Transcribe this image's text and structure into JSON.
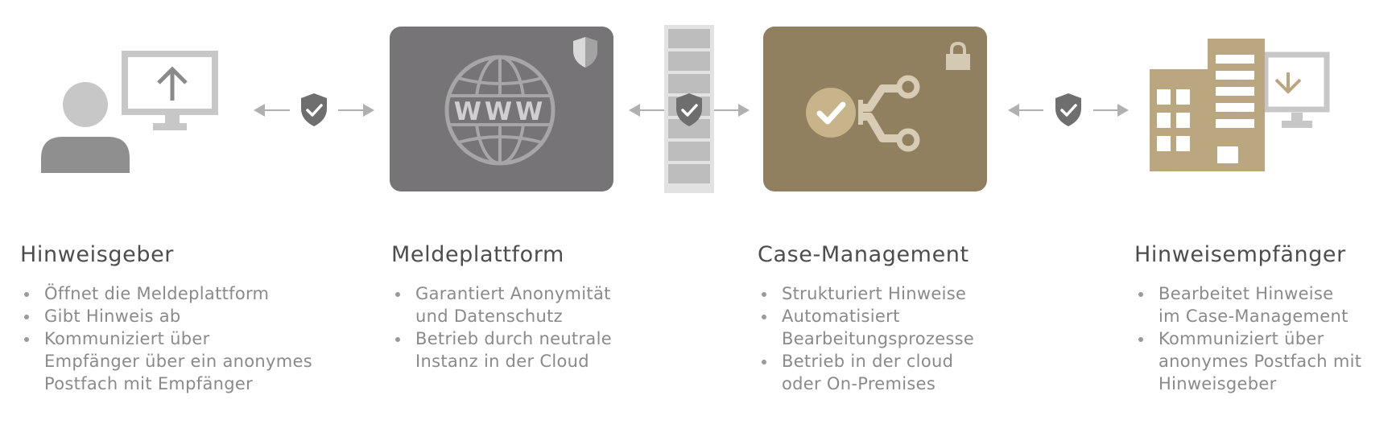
{
  "colors": {
    "gray_dark": "#767476",
    "gray_mid": "#8a8a8a",
    "gray_light": "#c7c7c7",
    "gold_dark": "#918060",
    "gold_light": "#bba77f",
    "shield": "#6e6e6e"
  },
  "icons": {
    "person": "person-icon",
    "monitor_upload": "monitor-upload-icon",
    "globe": "globe-www-icon",
    "shield": "shield-check-icon",
    "firewall": "firewall-icon",
    "lock": "lock-icon",
    "workflow": "workflow-branch-icon",
    "building": "building-icon",
    "monitor_download": "monitor-download-icon"
  },
  "globe_label": "WWW",
  "columns": [
    {
      "title": "Hinweisgeber",
      "items": [
        [
          "Öffnet die Meldeplattform"
        ],
        [
          "Gibt Hinweis ab"
        ],
        [
          "Kommuniziert über",
          "Empfänger über ein anonymes",
          "Postfach mit Empfänger"
        ]
      ]
    },
    {
      "title": "Meldeplattform",
      "items": [
        [
          "Garantiert Anonymität",
          "und Datenschutz"
        ],
        [
          "Betrieb durch neutrale",
          "Instanz in der Cloud"
        ]
      ]
    },
    {
      "title": "Case-Management",
      "items": [
        [
          "Strukturiert Hinweise"
        ],
        [
          "Automatisiert",
          "Bearbeitungsprozesse"
        ],
        [
          "Betrieb in der cloud",
          "oder On-Premises"
        ]
      ]
    },
    {
      "title": "Hinweisempfänger",
      "items": [
        [
          "Bearbeitet Hinweise",
          "im Case-Management"
        ],
        [
          "Kommuniziert über",
          "anonymes Postfach mit",
          "Hinweisgeber"
        ]
      ]
    }
  ]
}
